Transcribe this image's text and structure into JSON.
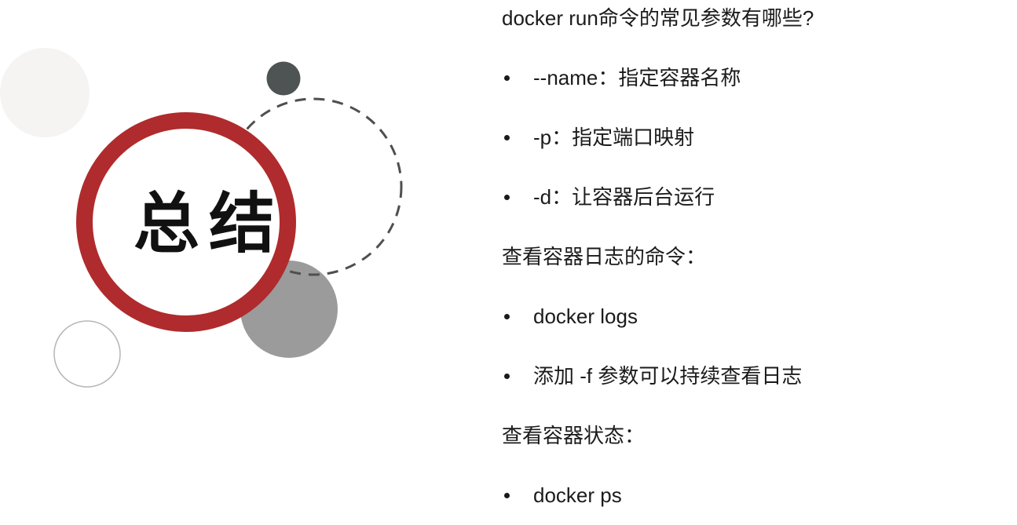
{
  "page": {
    "background": "#ffffff",
    "text_color": "#1b1b1b"
  },
  "graphic": {
    "badge_text": "总结",
    "colors": {
      "ring_red": "#b02b2d",
      "ring_fill": "#ffffff",
      "gray_circle": "#9b9b9b",
      "dark_dot": "#4e5454",
      "light_circle": "#f5f4f2",
      "dashed_stroke": "#4f4f4f",
      "outline_circle_stroke": "#b5b5b5",
      "outline_circle_fill": "#ffffff"
    }
  },
  "content": {
    "lines": [
      {
        "type": "heading",
        "text": "docker run命令的常见参数有哪些?"
      },
      {
        "type": "bullet",
        "text": "--name：指定容器名称"
      },
      {
        "type": "bullet",
        "text": "-p：指定端口映射"
      },
      {
        "type": "bullet",
        "text": "-d：让容器后台运行"
      },
      {
        "type": "heading",
        "text": "查看容器日志的命令："
      },
      {
        "type": "bullet",
        "text": "docker logs"
      },
      {
        "type": "bullet",
        "text": "添加 -f 参数可以持续查看日志"
      },
      {
        "type": "heading",
        "text": "查看容器状态："
      },
      {
        "type": "bullet",
        "text": "docker ps"
      }
    ]
  }
}
